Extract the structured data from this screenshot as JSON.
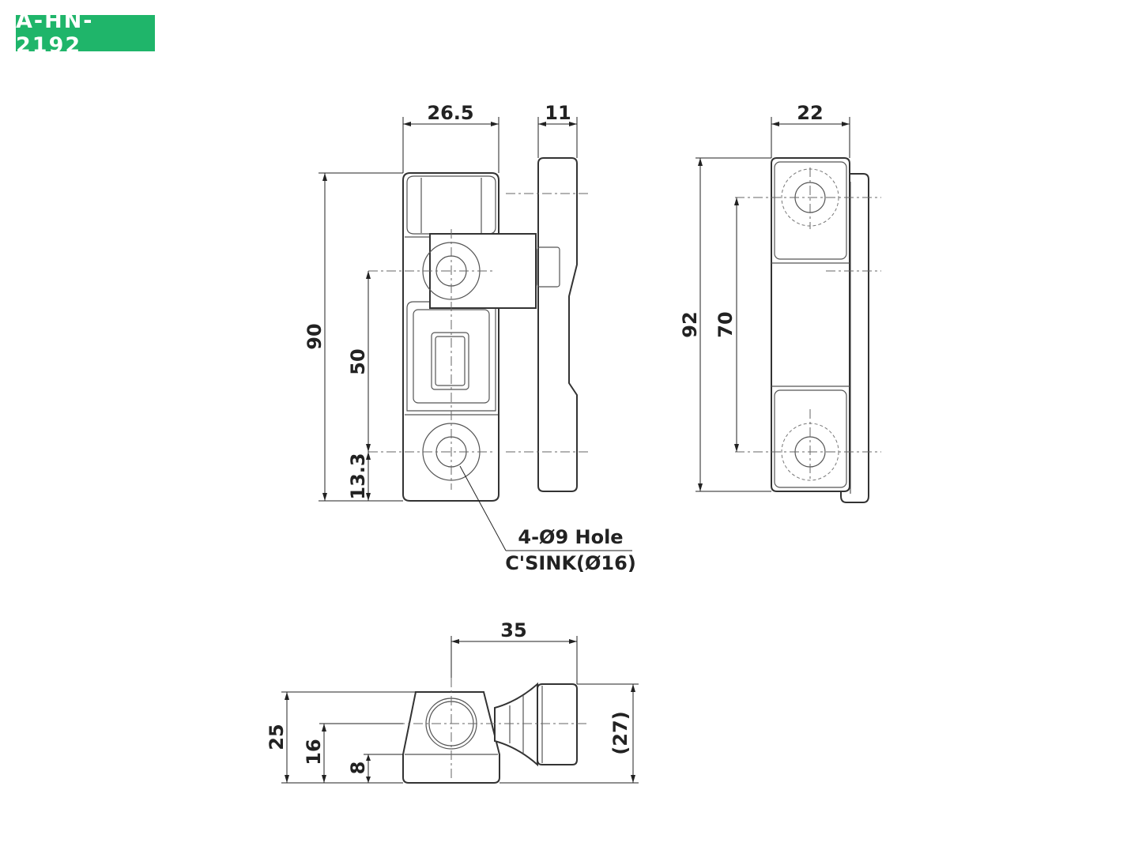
{
  "part_number": "A-HN-2192",
  "dimensions": {
    "front_width": "26.5",
    "bar_width": "11",
    "front_height": "90",
    "hole_spacing": "50",
    "hole_offset": "13.3",
    "side_width": "22",
    "side_height": "92",
    "side_hole_spacing": "70",
    "bottom_span": "35",
    "bottom_height": "25",
    "bottom_mid": "16",
    "bottom_low": "8",
    "bottom_ref": "(27)"
  },
  "hole_note": {
    "line1": "4-Ø9 Hole",
    "line2": "C'SINK(Ø16)"
  }
}
